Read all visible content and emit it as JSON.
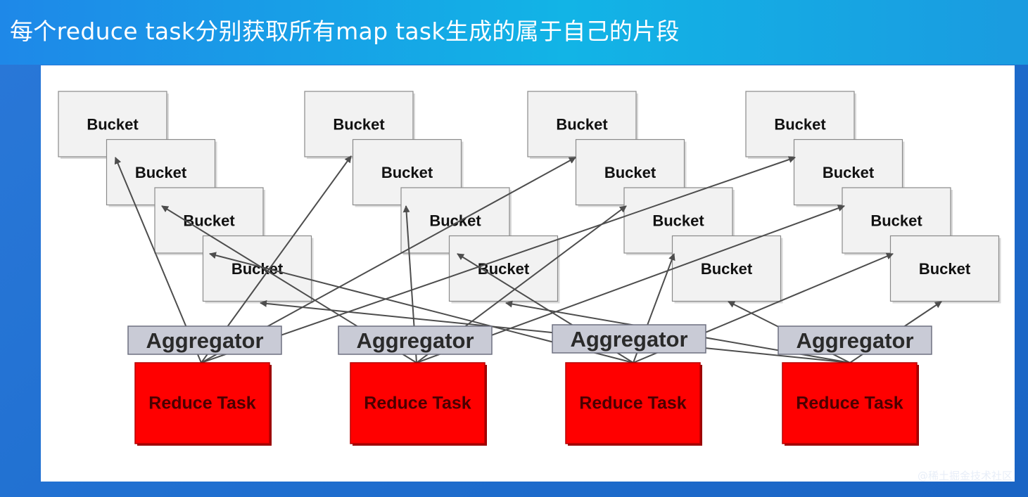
{
  "title": "每个reduce task分别获取所有map task生成的属于自己的片段",
  "watermark": "@稀土掘金技术社区",
  "diagram": {
    "bucket_label": "Bucket",
    "aggregator_label": "Aggregator",
    "reduce_label": "Reduce Task",
    "colors": {
      "bucket_fill": "#f2f2f2",
      "bucket_border": "#8a8a8a",
      "aggregator_fill": "#c9cbd6",
      "aggregator_border": "#6e7080",
      "reduce_fill": "#ff0000",
      "reduce_border": "#b50000",
      "arrow": "#4d4d4d"
    },
    "map_groups": [
      {
        "buckets": [
          "Bucket",
          "Bucket",
          "Bucket",
          "Bucket"
        ]
      },
      {
        "buckets": [
          "Bucket",
          "Bucket",
          "Bucket",
          "Bucket"
        ]
      },
      {
        "buckets": [
          "Bucket",
          "Bucket",
          "Bucket",
          "Bucket"
        ]
      },
      {
        "buckets": [
          "Bucket",
          "Bucket",
          "Bucket",
          "Bucket"
        ]
      }
    ],
    "reducers": [
      {
        "aggregator": "Aggregator",
        "task": "Reduce Task"
      },
      {
        "aggregator": "Aggregator",
        "task": "Reduce Task"
      },
      {
        "aggregator": "Aggregator",
        "task": "Reduce Task"
      },
      {
        "aggregator": "Aggregator",
        "task": "Reduce Task"
      }
    ]
  }
}
